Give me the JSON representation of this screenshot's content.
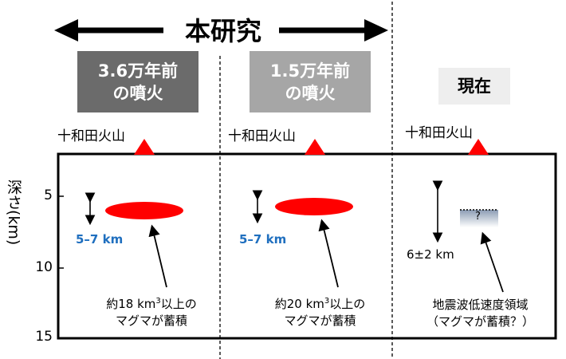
{
  "header": {
    "title": "本研究"
  },
  "periods": [
    {
      "label_line1": "3.6万年前",
      "label_line2": "の噴火",
      "bg": "#6b6b6b",
      "text_color": "#ffffff"
    },
    {
      "label_line1": "1.5万年前",
      "label_line2": "の噴火",
      "bg": "#a6a6a6",
      "text_color": "#ffffff"
    },
    {
      "label_line1": "現在",
      "label_line2": "",
      "bg": "#eeeeee",
      "text_color": "#000000"
    }
  ],
  "volcano_label": "十和田火山",
  "axis": {
    "ylabel": "深さ(km)",
    "ticks": [
      "5",
      "10",
      "15"
    ]
  },
  "panels": [
    {
      "depth_range": "5–7 km",
      "note_line1_pre": "約18 km",
      "note_sup": "3",
      "note_line1_post": "以上の",
      "note_line2": "マグマが蓄積"
    },
    {
      "depth_range": "5–7 km",
      "note_line1_pre": "約20 km",
      "note_sup": "3",
      "note_line1_post": "以上の",
      "note_line2": "マグマが蓄積"
    },
    {
      "depth_range": "6±2 km",
      "zone_mark": "?",
      "note_line1": "地震波低速度領域",
      "note_line2": "（マグマが蓄積？）"
    }
  ],
  "colors": {
    "magma": "#ff0000",
    "volcano": "#ff0000",
    "depth_text": "#1f6fbf",
    "frame": "#000000"
  }
}
